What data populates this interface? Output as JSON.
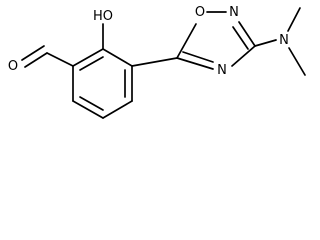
{
  "labels": {
    "hydroxyl": "HO",
    "aldehyde_oxygen": "O",
    "ring_oxygen": "O",
    "ring_nitrogen_top": "N",
    "ring_nitrogen_bottom": "N",
    "amine_nitrogen": "N"
  }
}
